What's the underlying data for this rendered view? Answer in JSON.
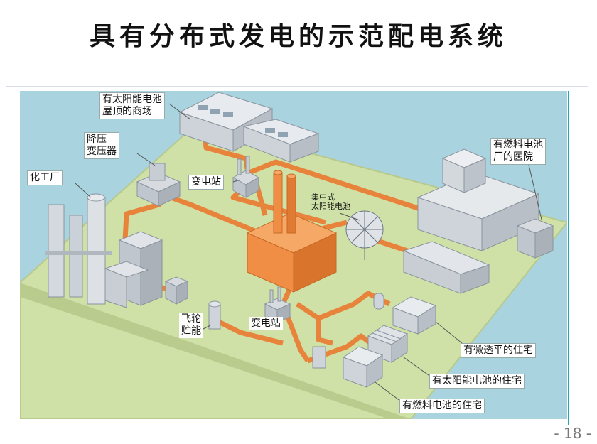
{
  "slide": {
    "title": "具有分布式发电的示范配电系统",
    "page_number": "- 18 -"
  },
  "labels": {
    "solar_mall": "有太阳能电池\n屋顶的商场",
    "step_down_transformer": "降压\n变压器",
    "chemical_plant": "化工厂",
    "substation_top": "变电站",
    "central_solar": "集中式\n太阳能电池",
    "fuel_cell_hospital": "有燃料电池\n厂的医院",
    "flywheel_storage": "飞轮\n贮能",
    "substation_bottom": "变电站",
    "microturbine_house": "有微透平的住宅",
    "solar_house": "有太阳能电池的住宅",
    "fuel_cell_house": "有燃料电池的住宅"
  },
  "colors": {
    "ground": "#cfe1a7",
    "background": "#a9d3df",
    "power_line": "#e8833c",
    "power_plant": "#ef8e44",
    "building": "#d9dde2",
    "accent_rule": "#27a7b6"
  }
}
